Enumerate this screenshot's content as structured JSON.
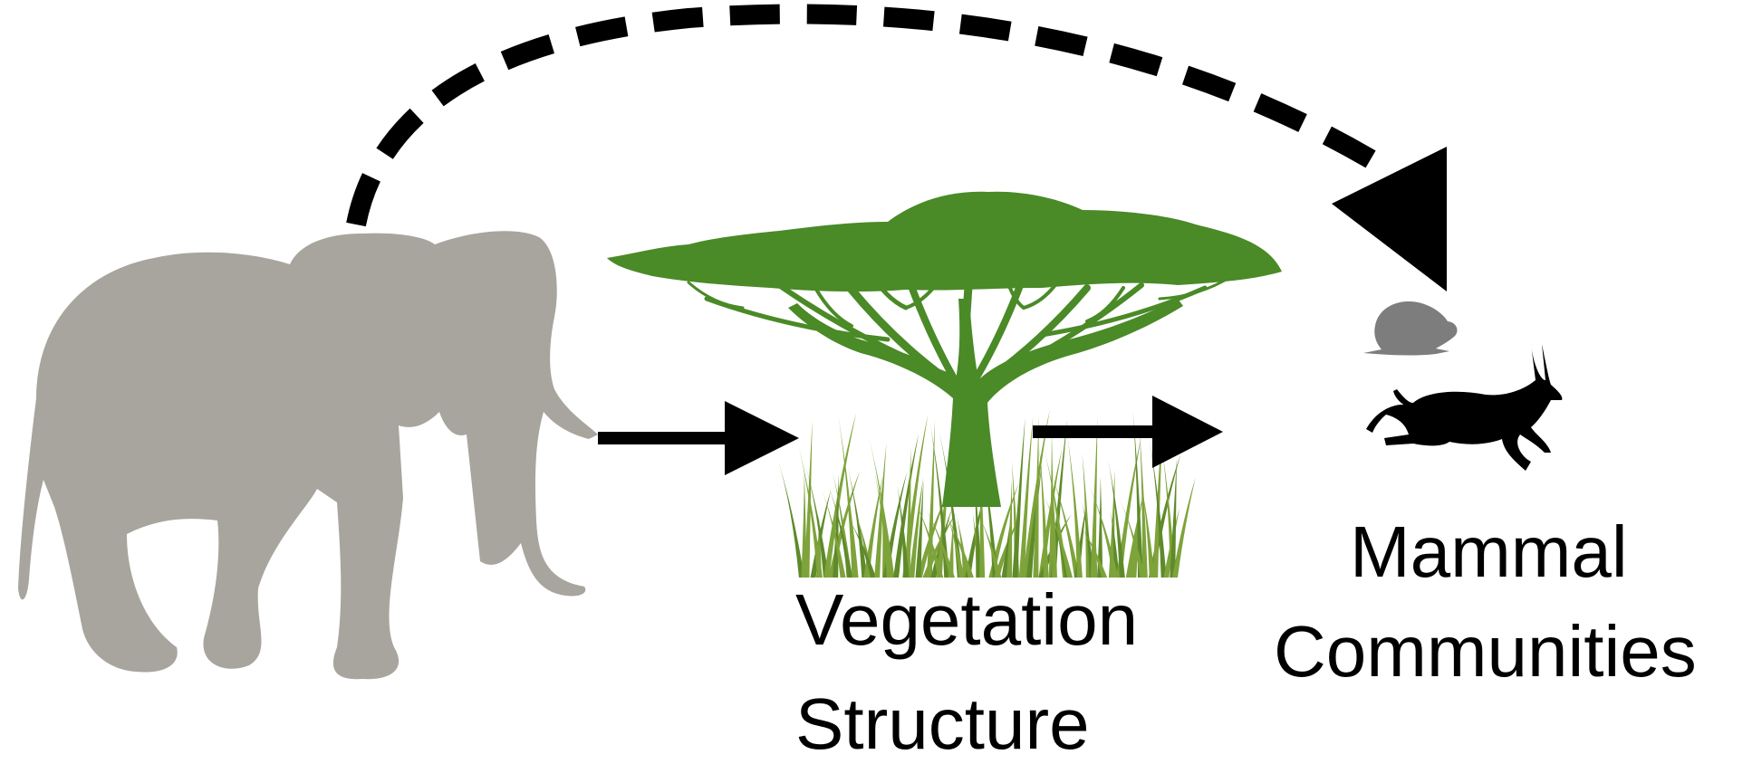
{
  "colors": {
    "elephant": "#a7a59d",
    "canopy": "#4a8a27",
    "grass": "#7da33a",
    "grass_dark": "#5e8a2a",
    "rodent": "#7d7d7d",
    "antelope": "#000000",
    "arrow": "#000000",
    "background": "#ffffff"
  },
  "icons": {
    "elephant": "elephant-silhouette-icon",
    "tree": "acacia-tree-icon",
    "grass": "grass-tuft-icon",
    "rodent": "rodent-silhouette-icon",
    "antelope": "antelope-silhouette-icon"
  },
  "nodes": {
    "vegetation": {
      "line1": "Vegetation",
      "line2": "Structure"
    },
    "mammals": {
      "line1": "Mammal",
      "line2": "Communities"
    }
  }
}
